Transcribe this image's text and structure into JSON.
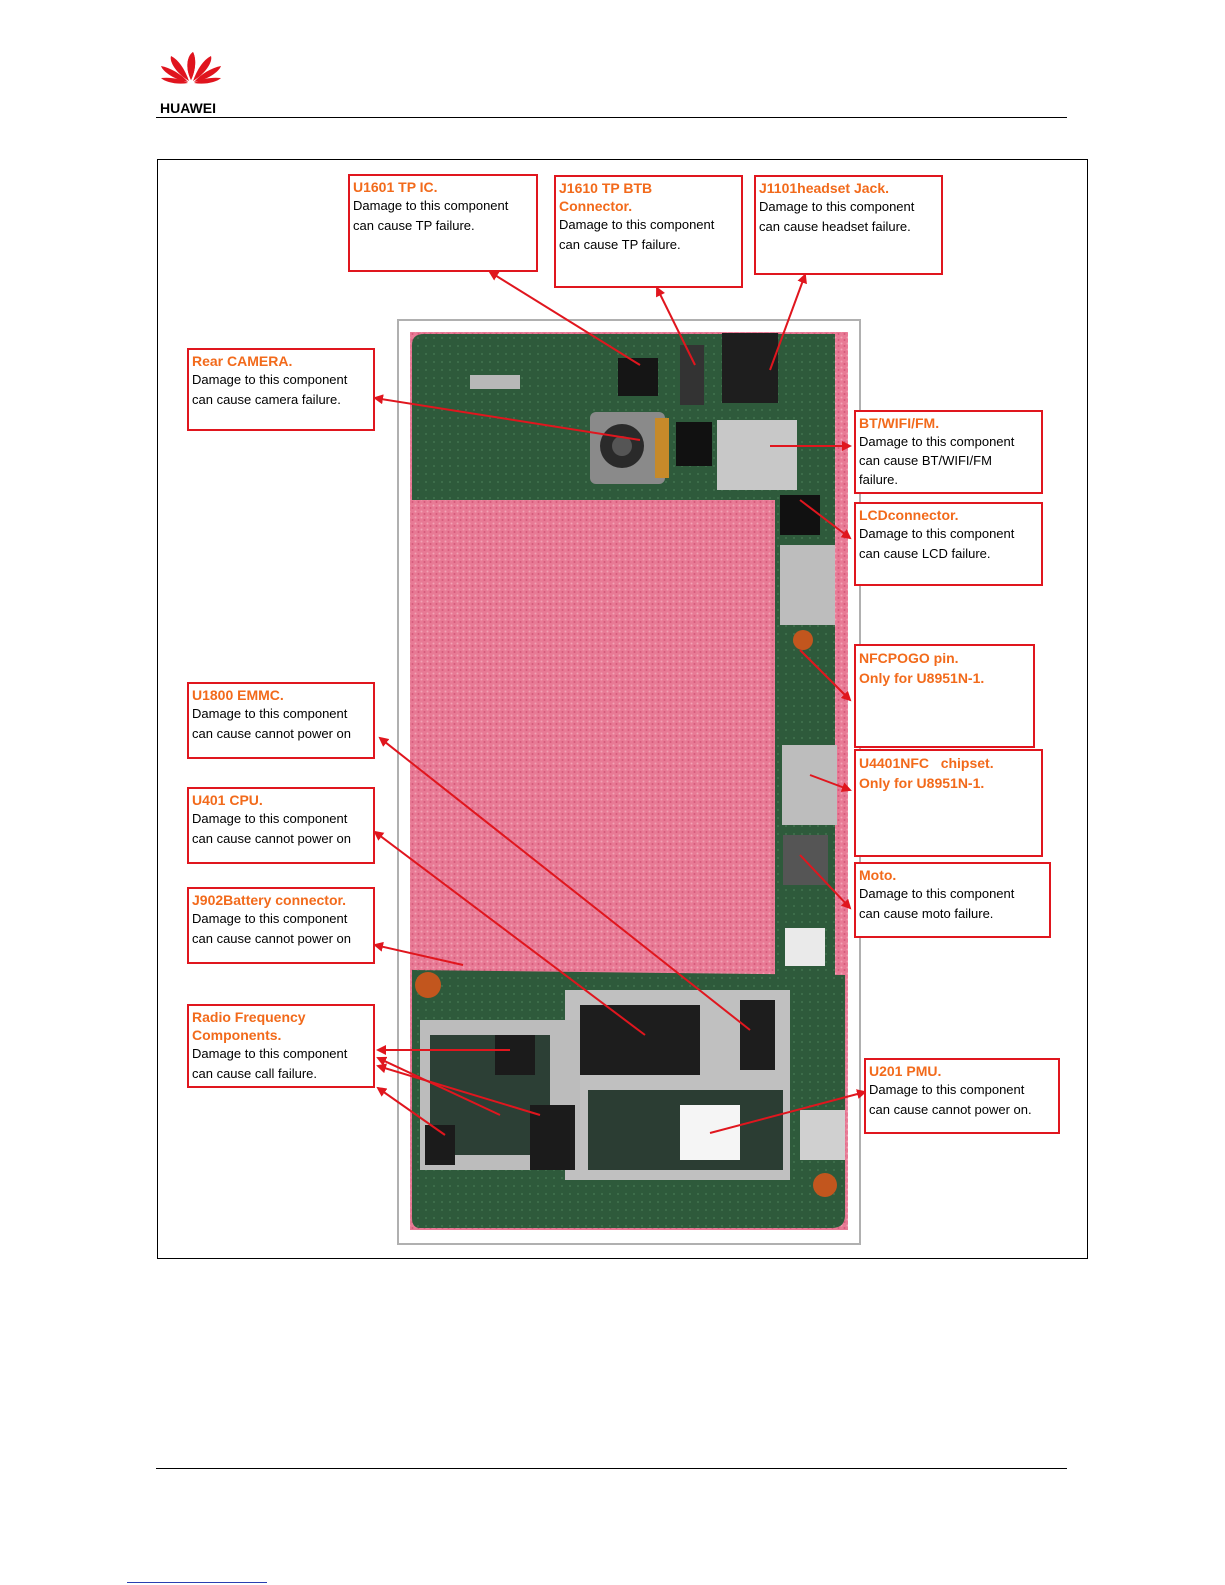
{
  "header": {
    "brand": "HUAWEI"
  },
  "callouts": {
    "u1601": {
      "title": "U1601 TP IC.",
      "line1": "Damage to this component",
      "line2": "can cause TP failure."
    },
    "j1610": {
      "title1": "J1610 TP BTB",
      "title2": "Connector.",
      "line1": "Damage to this component",
      "line2": "can cause TP failure."
    },
    "j1101": {
      "title": "J1101headset Jack.",
      "line1": "Damage to this component",
      "line2": "can cause headset failure."
    },
    "rear_camera": {
      "title": "Rear CAMERA.",
      "line1": "Damage to this component",
      "line2": "can cause camera failure."
    },
    "bt": {
      "title": "BT/WIFI/FM.",
      "line1": "Damage to this component",
      "line2": "can cause BT/WIFI/FM",
      "line3": "failure."
    },
    "lcd": {
      "title": "LCDconnector.",
      "line1": "Damage to this component",
      "line2": "can cause LCD failure."
    },
    "nfcpogo": {
      "title": "NFCPOGO pin.",
      "line1": "Only for U8951N-1."
    },
    "u4401": {
      "title": "U4401NFC   chipset.",
      "line1": "Only for U8951N-1."
    },
    "moto": {
      "title": "Moto.",
      "line1": "Damage to this component",
      "line2": "can cause moto failure."
    },
    "u1800": {
      "title": "U1800 EMMC.",
      "line1": "Damage to this component",
      "line2": "can cause cannot power on"
    },
    "u401": {
      "title": "U401 CPU.",
      "line1": "Damage to this component",
      "line2": "can cause cannot power on"
    },
    "j902": {
      "title": "J902Battery connector.",
      "line1": "Damage to this component",
      "line2": "can cause cannot power on"
    },
    "rf": {
      "title1": "Radio Frequency",
      "title2": "Components.",
      "line1": "Damage to this component",
      "line2": "can cause call failure."
    },
    "u201": {
      "title": "U201 PMU.",
      "line1": "Damage to this component",
      "line2": "can cause cannot power on."
    }
  },
  "colors": {
    "callout_border": "#e0161e",
    "callout_title": "#f26a1b",
    "pcb_green": "#2f5a3a",
    "foam_pink": "#e06a8a",
    "huawei_red": "#e0141e"
  }
}
